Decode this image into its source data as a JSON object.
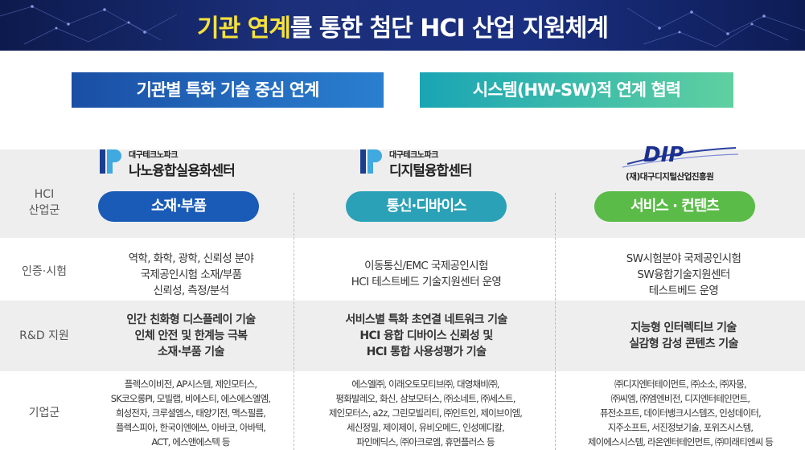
{
  "header": {
    "title_highlight": "기관 연계",
    "title_rest": "를 통한 첨단 HCI 산업 지원체계"
  },
  "sections": {
    "left": "기관별 특화 기술 중심 연계",
    "right": "시스템(HW-SW)적 연계 협력"
  },
  "row_labels": {
    "hci_line1": "HCI",
    "hci_line2": "산업군",
    "cert": "인증·시험",
    "rnd": "R&D 지원",
    "companies": "기업군"
  },
  "columns": [
    {
      "logo_sub": "대구테크노파크",
      "logo_main": "나노융합실용화센터",
      "category": "소재·부품",
      "category_color": "#1a5bb8",
      "cert_lines": [
        "역학, 화학, 광학, 신뢰성 분야",
        "국제공인시험 소재/부품",
        "신뢰성, 측정/분석"
      ],
      "rnd_lines": [
        "인간 친화형 디스플레이 기술",
        "인체 안전 및 한계능 극복",
        "소재·부품 기술"
      ],
      "company_lines": [
        "플렉스이비전, AP시스템, 제인모터스,",
        "SK코오롱PI, 모빌랩, 비에스티, 에스에스엘엠,",
        "희성전자, 크루셜엠스, 태양기전, 맥스필름,",
        "플렉스피아, 한국이엔에쓰, 아바코, 아바텍,",
        "ACT, 에스앤에스텍 등"
      ]
    },
    {
      "logo_sub": "대구테크노파크",
      "logo_main": "디지털융합센터",
      "category": "통신·디바이스",
      "category_color": "#2aa1b6",
      "cert_lines": [
        "이동통신/EMC 국제공인시험",
        "HCI 테스트베드 기술지원센터 운영"
      ],
      "rnd_lines": [
        "서비스별 특화 초연결 네트워크 기술",
        "HCI 융합 디바이스 신뢰성 및",
        "HCI 통합 사용성평가 기술"
      ],
      "company_lines": [
        "에스엘㈜, 이래오토모티브㈜, 대영채비㈜,",
        "평화발레오, 화신, 삼보모터스, ㈜소네트, ㈜세스트,",
        "제인모터스, a2z, 그린모빌리티, ㈜인트인, 제이브이엠,",
        "세신정밀, 제이제이, 유비오메드, 인성메디칼,",
        "파인메딕스, ㈜아크로엠, 휴먼플러스 등"
      ]
    },
    {
      "logo_sub": "",
      "logo_main": "DIP",
      "logo_caption": "(재)대구디지털산업진흥원",
      "category": "서비스 · 컨텐츠",
      "category_color": "#5bbb48",
      "cert_lines": [
        "SW시험분야 국제공인시험",
        "SW융합기술지원센터",
        "테스트베드 운영"
      ],
      "rnd_lines": [
        "지능형 인터렉티브 기술",
        "실감형 감성 콘텐츠 기술"
      ],
      "company_lines": [
        "㈜디지엔터테이먼트, ㈜소소, ㈜자몽,",
        "㈜씨엠, ㈜엠엔비전, 디지엔터테인먼트,",
        "퓨전소프트, 데이터뱅크시스템즈, 인성데이터,",
        "지주소프트, 서진정보기술, 포위즈시스템,",
        "제이에스시스템, 라온엔터테인먼트, ㈜미래티엔씨 등"
      ]
    }
  ]
}
